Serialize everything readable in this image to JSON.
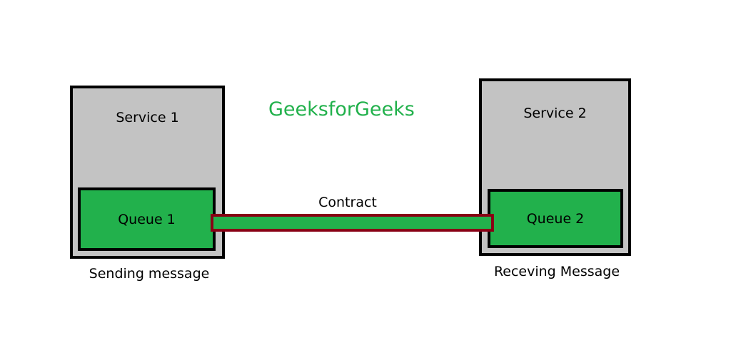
{
  "brand": {
    "text": "GeeksforGeeks",
    "color": "#22B14C"
  },
  "services": [
    {
      "title": "Service 1",
      "queue": "Queue 1",
      "caption": "Sending message"
    },
    {
      "title": "Service 2",
      "queue": "Queue 2",
      "caption": "Receving Message"
    }
  ],
  "connector": {
    "label": "Contract"
  },
  "colors": {
    "service_fill": "#C3C3C3",
    "queue_fill": "#22B14C",
    "outline": "#000000",
    "contract_border": "#880015"
  }
}
